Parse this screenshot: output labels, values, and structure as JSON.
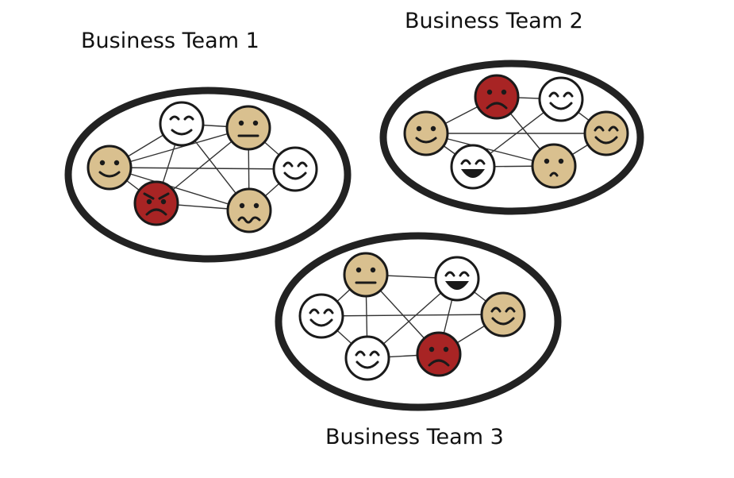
{
  "teams": [
    {
      "label": "Business Team 1",
      "faces": [
        {
          "mood": "calm",
          "tone": "light"
        },
        {
          "mood": "neutral",
          "tone": "tan"
        },
        {
          "mood": "content",
          "tone": "tan"
        },
        {
          "mood": "happy",
          "tone": "light"
        },
        {
          "mood": "angry",
          "tone": "red"
        },
        {
          "mood": "worried",
          "tone": "tan"
        }
      ]
    },
    {
      "label": "Business Team 2",
      "faces": [
        {
          "mood": "sad",
          "tone": "red"
        },
        {
          "mood": "happy",
          "tone": "light"
        },
        {
          "mood": "content",
          "tone": "tan"
        },
        {
          "mood": "happy",
          "tone": "tan"
        },
        {
          "mood": "laughing",
          "tone": "light"
        },
        {
          "mood": "unsure",
          "tone": "tan"
        }
      ]
    },
    {
      "label": "Business Team 3",
      "faces": [
        {
          "mood": "neutral",
          "tone": "tan"
        },
        {
          "mood": "laughing",
          "tone": "light"
        },
        {
          "mood": "happy",
          "tone": "light"
        },
        {
          "mood": "happy",
          "tone": "tan"
        },
        {
          "mood": "happy",
          "tone": "light"
        },
        {
          "mood": "sad",
          "tone": "red"
        }
      ]
    }
  ],
  "colors": {
    "light": "#ffffff",
    "tan": "#d9c08f",
    "red": "#a82424",
    "outline": "#1a1a1a",
    "ring": "#222222",
    "edge": "#333333"
  }
}
